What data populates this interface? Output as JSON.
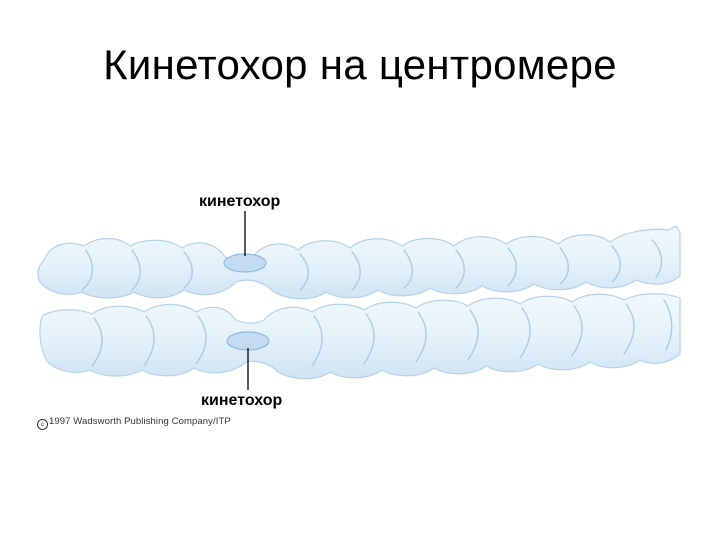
{
  "slide": {
    "title": "Кинетохор на центромере"
  },
  "diagram": {
    "labels": {
      "top": "кинетохор",
      "bottom": "кинетохор"
    },
    "credit": "1997 Wadsworth Publishing Company/ITP",
    "credit_symbol": "c"
  },
  "colors": {
    "chromatid_fill": "#e4f1fa",
    "chromatid_edge": "#a9cbe6",
    "kinetochore_fill": "#c4dcf1",
    "leader_line": "#000000"
  }
}
